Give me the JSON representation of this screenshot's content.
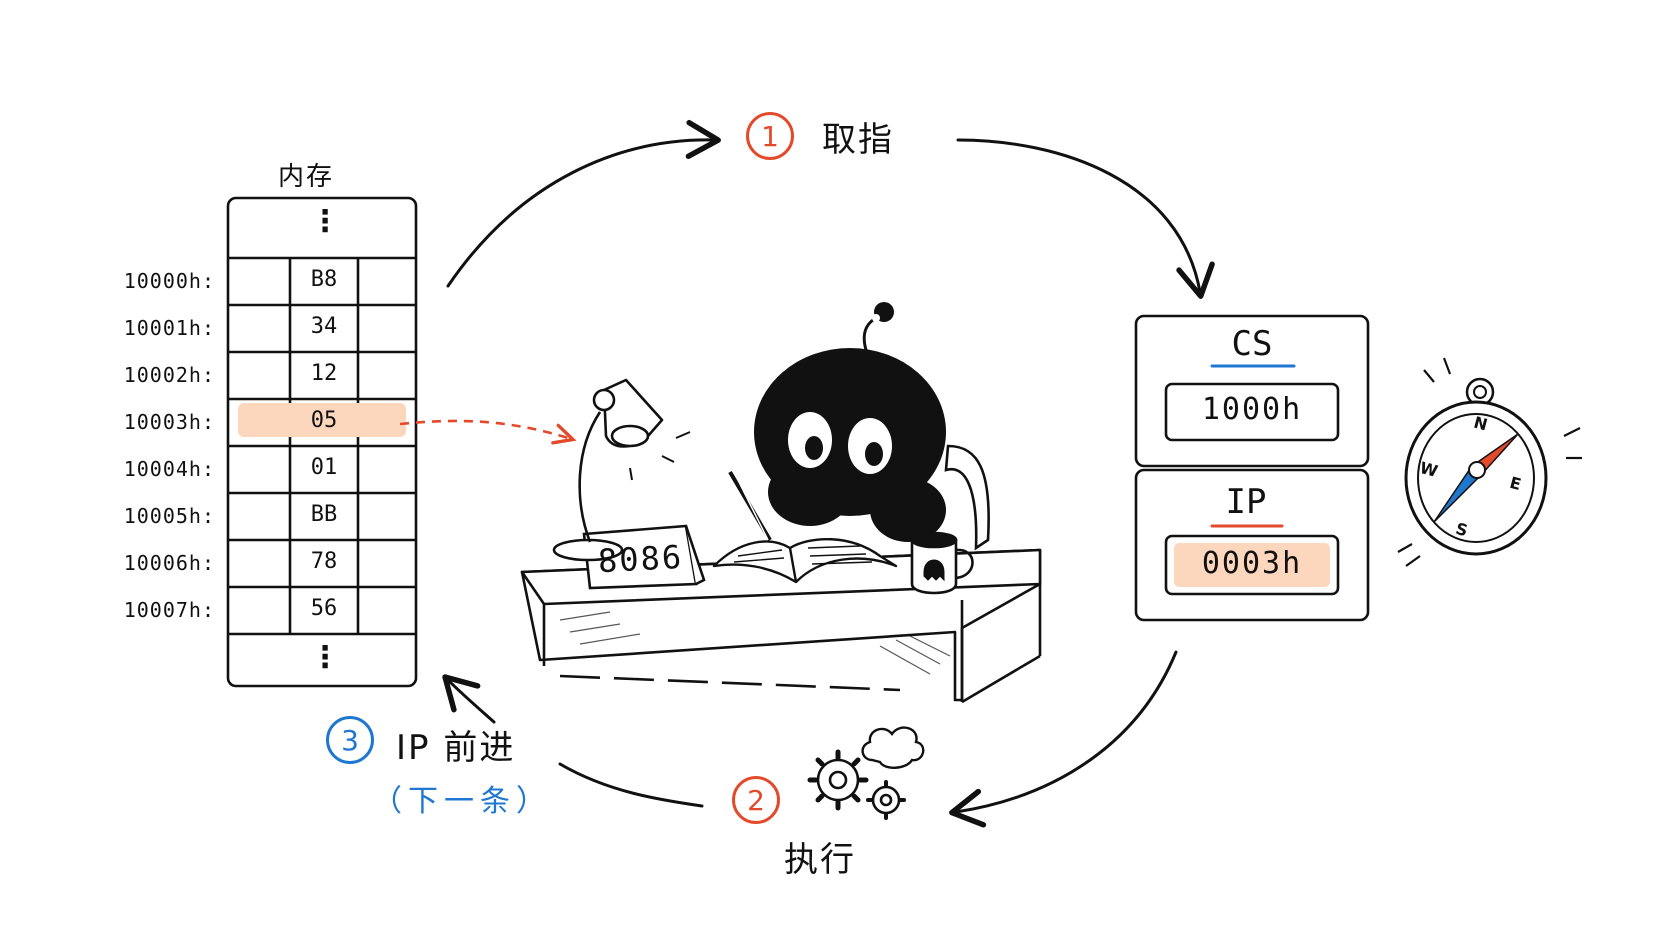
{
  "memory": {
    "title": "内存",
    "ellipsis_top": "⋮",
    "ellipsis_bottom": "⋮",
    "rows": [
      {
        "addr": "10000h:",
        "value": "B8"
      },
      {
        "addr": "10001h:",
        "value": "34"
      },
      {
        "addr": "10002h:",
        "value": "12"
      },
      {
        "addr": "10003h:",
        "value": "05",
        "highlight": true
      },
      {
        "addr": "10004h:",
        "value": "01"
      },
      {
        "addr": "10005h:",
        "value": "BB"
      },
      {
        "addr": "10006h:",
        "value": "78"
      },
      {
        "addr": "10007h:",
        "value": "56"
      }
    ]
  },
  "steps": {
    "fetch": {
      "number": "1",
      "label": "取指"
    },
    "execute": {
      "number": "2",
      "label": "执行"
    },
    "advance": {
      "number": "3",
      "label": "IP 前进",
      "sub": "（下一条）"
    }
  },
  "registers": {
    "cs": {
      "name": "CS",
      "value": "1000h"
    },
    "ip": {
      "name": "IP",
      "value": "0003h"
    }
  },
  "desk": {
    "nameplate": "8086"
  },
  "compass": {
    "n": "N",
    "e": "E",
    "s": "S",
    "w": "W"
  },
  "colors": {
    "red": "#e34a2b",
    "blue": "#1f77d0",
    "highlight": "#fcd7bd",
    "ink": "#111111"
  },
  "icons": [
    "desk-lamp-icon",
    "mug-icon",
    "gears-icon",
    "cloud-icon",
    "compass-icon",
    "book-icon",
    "robot-character"
  ]
}
